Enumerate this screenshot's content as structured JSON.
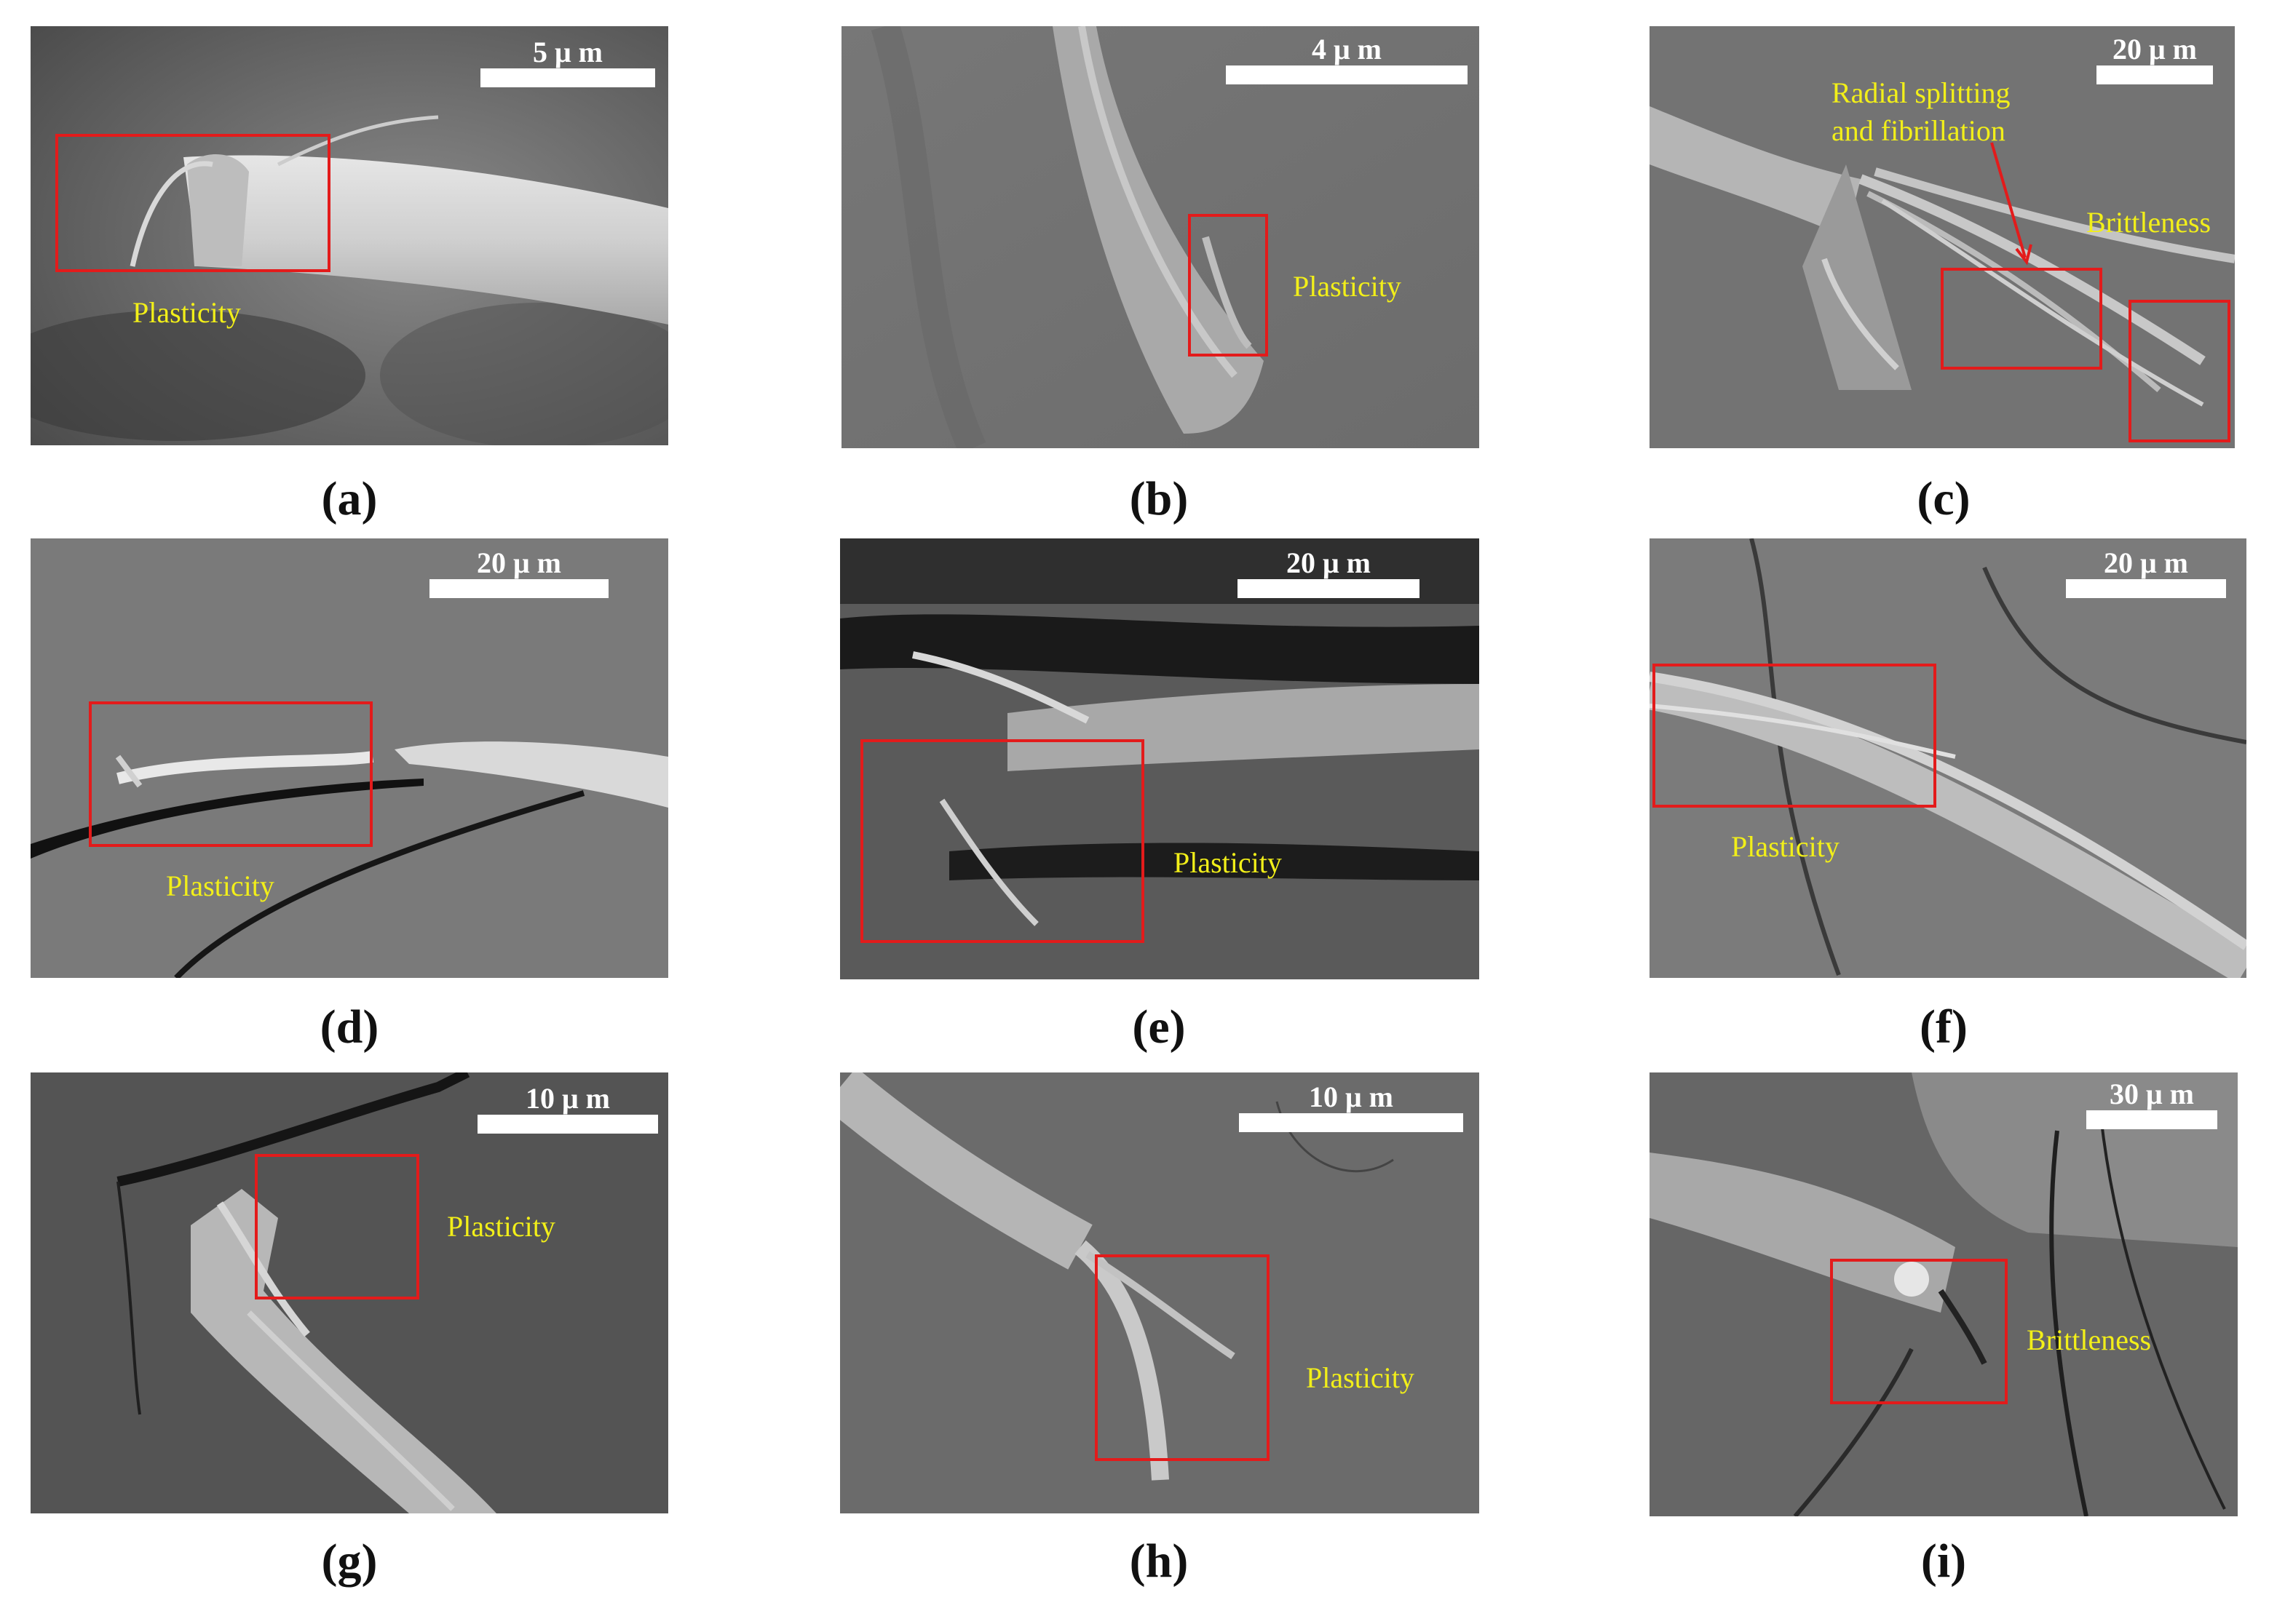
{
  "panels": [
    {
      "id": "a",
      "label": "(a)",
      "scale": "5 μ m",
      "annotations": [
        "Plasticity"
      ]
    },
    {
      "id": "b",
      "label": "(b)",
      "scale": "4 μ m",
      "annotations": [
        "Plasticity"
      ]
    },
    {
      "id": "c",
      "label": "(c)",
      "scale": "20 μ m",
      "annotations": [
        "Radial splitting",
        "and fibrillation",
        "Brittleness"
      ]
    },
    {
      "id": "d",
      "label": "(d)",
      "scale": "20 μ m",
      "annotations": [
        "Plasticity"
      ]
    },
    {
      "id": "e",
      "label": "(e)",
      "scale": "20 μ m",
      "annotations": [
        "Plasticity"
      ]
    },
    {
      "id": "f",
      "label": "(f)",
      "scale": "20 μ m",
      "annotations": [
        "Plasticity"
      ]
    },
    {
      "id": "g",
      "label": "(g)",
      "scale": "10 μ m",
      "annotations": [
        "Plasticity"
      ]
    },
    {
      "id": "h",
      "label": "(h)",
      "scale": "10 μ m",
      "annotations": [
        "Plasticity"
      ]
    },
    {
      "id": "i",
      "label": "(i)",
      "scale": "30 μ m",
      "annotations": [
        "Brittleness"
      ]
    }
  ],
  "colors": {
    "highlight_box": "#e31b1b",
    "annotation_text": "#f2ef19",
    "scale_bar": "#ffffff"
  }
}
